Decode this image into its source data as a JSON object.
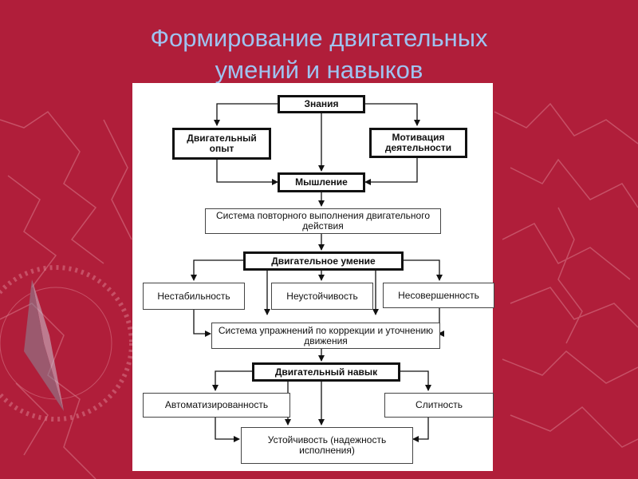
{
  "title": {
    "line1": "Формирование двигательных",
    "line2": "умений и навыков"
  },
  "diagram": {
    "nodes": {
      "znaniya": "Знания",
      "opyt": "Двигательный опыт",
      "motivatsiya": "Мотивация деятельности",
      "myshlenie": "Мышление",
      "sistema_povtornogo": "Система повторного выполнения двигательного действия",
      "umenie": "Двигательное умение",
      "nestabilnost": "Нестабильность",
      "neustoychivost": "Неустойчивость",
      "nesovershennost": "Несовершенность",
      "sistema_uprazhneniy": "Система упражнений по коррекции и уточнению движения",
      "navyk": "Двигательный навык",
      "avtomatizirovannost": "Автоматизированность",
      "slitnost": "Слитность",
      "ustoychivost": "Устойчивость (надежность исполнения)"
    }
  },
  "colors": {
    "background": "#b01e3a",
    "title": "#9fc3f0",
    "pattern_lines": "#d87a8a"
  }
}
